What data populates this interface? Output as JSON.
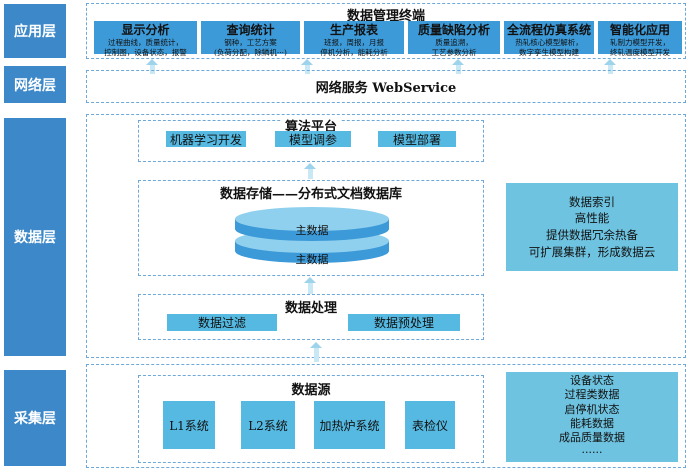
{
  "layers": {
    "application": "应用层",
    "network": "网络层",
    "data": "数据层",
    "collection": "采集层"
  },
  "app": {
    "title": "数据管理终端",
    "modules": [
      {
        "title": "显示分析",
        "line1": "过程曲线，质量统计，",
        "line2": "控制图，设备状态，报警"
      },
      {
        "title": "查询统计",
        "line1": "钢种，工艺方案",
        "line2": "(负荷分配，除鳞机···)"
      },
      {
        "title": "生产报表",
        "line1": "班报，周报，月报",
        "line2": "停机分析，能耗分析"
      },
      {
        "title": "质量缺陷分析",
        "line1": "质量追溯，",
        "line2": "工艺参数分析"
      },
      {
        "title": "全流程仿真系统",
        "line1": "热轧核心模型解析，",
        "line2": "数字孪生模型构建"
      },
      {
        "title": "智能化应用",
        "line1": "轧制力模型开发，",
        "line2": "终轧温度模型开发"
      }
    ]
  },
  "network": {
    "label": "网络服务 WebService"
  },
  "algorithm": {
    "title": "算法平台",
    "items": [
      "机器学习开发",
      "模型调参",
      "模型部署"
    ]
  },
  "storage": {
    "title": "数据存储——分布式文档数据库",
    "disk_top": "主数据",
    "disk_bottom": "主数据"
  },
  "storage_note": {
    "lines": [
      "数据索引",
      "高性能",
      "提供数据冗余热备",
      "可扩展集群，形成数据云"
    ]
  },
  "processing": {
    "title": "数据处理",
    "items": [
      "数据过滤",
      "数据预处理"
    ]
  },
  "source": {
    "title": "数据源",
    "items": [
      "L1系统",
      "L2系统",
      "加热炉系统",
      "表检仪"
    ]
  },
  "source_note": {
    "lines": [
      "设备状态",
      "过程类数据",
      "启停机状态",
      "能耗数据",
      "成品质量数据",
      "······"
    ]
  }
}
